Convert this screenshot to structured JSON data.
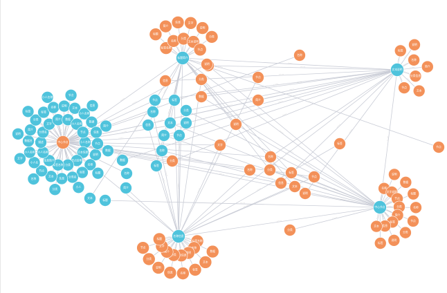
{
  "graph": {
    "colors": {
      "hub": "#4fc3dc",
      "leaf": "#f39159",
      "edge": "#c9ccd6"
    },
    "edge_label": "……",
    "hubs": [
      {
        "id": "H1",
        "label": "中心节点"
      },
      {
        "id": "H2",
        "label": "标题简介"
      },
      {
        "id": "H3",
        "label": "文本说明"
      },
      {
        "id": "H4",
        "label": "名称信息"
      },
      {
        "id": "H5",
        "label": "中心节点"
      }
    ],
    "cluster_labels": {
      "H1": [
        "小人名称",
        "文本信息",
        "节点说明",
        "分类",
        "标签名称",
        "信息简介",
        "小人名称",
        "描述",
        "分类名",
        "文字",
        "简介",
        "数据",
        "小人名称",
        "节点",
        "说明",
        "名称",
        "标签",
        "分类名",
        "信息",
        "文本",
        "节点",
        "小人名",
        "小人名称",
        "数据名",
        "简介",
        "分类",
        "标签",
        "名称",
        "说明",
        "文本",
        "小人名称",
        "数据",
        "信息",
        "节点",
        "标题",
        "小人",
        "分类",
        "名称",
        "文字",
        "说明",
        "标签",
        "小人名称",
        "节点",
        "信息",
        "简介",
        "数据"
      ],
      "H2": [
        "标签名称",
        "名称",
        "分类",
        "文本说明",
        "节点",
        "标题",
        "简介",
        "信息",
        "文字",
        "说明",
        "分类"
      ],
      "H3": [
        "标签",
        "名称",
        "分类信息",
        "节点",
        "说明",
        "简介",
        "文本"
      ],
      "H4": [
        "标签名称",
        "名称",
        "说明",
        "节点信息",
        "分类",
        "简介",
        "文字",
        "标题",
        "数据",
        "文本",
        "标签",
        "名称",
        "信息",
        "说明",
        "分类",
        "节点"
      ],
      "H5": [
        "名称",
        "文字说明",
        "节点",
        "分类",
        "简介",
        "标签",
        "信息",
        "文本",
        "说明",
        "数据",
        "标题",
        "名称",
        "节点",
        "分类",
        "说明",
        "标签"
      ]
    },
    "middle_labels": [
      "节点",
      "标签",
      "分类",
      "名称",
      "文本",
      "说明",
      "信息",
      "简介",
      "节点",
      "名称",
      "分类",
      "标签",
      "数据",
      "文字",
      "说明",
      "简介",
      "节点",
      "标题",
      "名称",
      "分类",
      "信息",
      "文本",
      "说明",
      "节点",
      "标签",
      "名称",
      "分类"
    ]
  }
}
